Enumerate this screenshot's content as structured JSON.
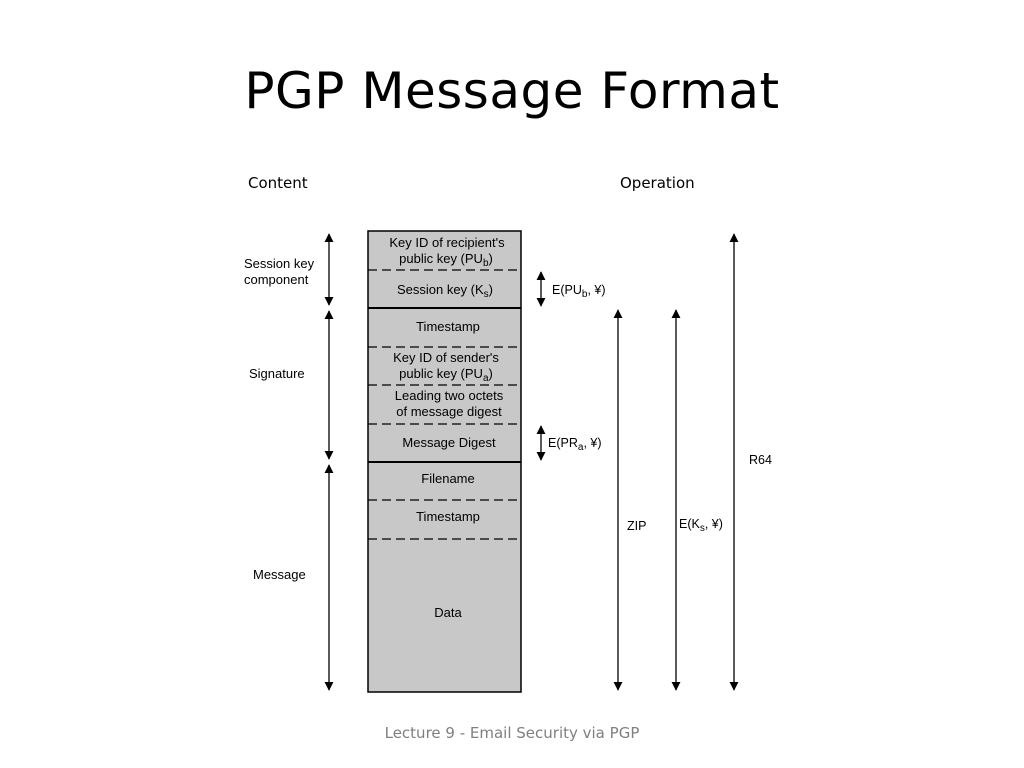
{
  "slide": {
    "title": "PGP Message Format",
    "footer": "Lecture 9 - Email Security via PGP"
  },
  "diagram": {
    "content_header": "Content",
    "operation_header": "Operation",
    "sections": {
      "session_key": [
        "Session key",
        "component"
      ],
      "signature": "Signature",
      "message": "Message"
    },
    "fields": {
      "recipient_key_id": {
        "line1": "Key ID of recipient's",
        "line2_prefix": "public key (PU",
        "sub": "b",
        "suffix": ")"
      },
      "session_key": {
        "prefix": "Session key (K",
        "sub": "s",
        "suffix": ")"
      },
      "sig_timestamp": "Timestamp",
      "sender_key_id": {
        "line1": "Key ID of sender's",
        "line2_prefix": "public key (PU",
        "sub": "a",
        "suffix": ")"
      },
      "leading_octets": [
        "Leading two octets",
        "of message digest"
      ],
      "message_digest": "Message Digest",
      "filename": "Filename",
      "msg_timestamp": "Timestamp",
      "data": "Data"
    },
    "operations": {
      "enc_session": {
        "prefix": "E(PU",
        "sub": "b",
        "suffix": ", ¥)"
      },
      "enc_digest": {
        "prefix": "E(PR",
        "sub": "a",
        "suffix": ", ¥)"
      },
      "zip": "ZIP",
      "enc_message": {
        "prefix": "E(K",
        "sub": "s",
        "suffix": ", ¥)"
      },
      "r64": "R64"
    },
    "colors": {
      "cell_fill": "#c8c8c8",
      "stroke": "#000000"
    }
  }
}
